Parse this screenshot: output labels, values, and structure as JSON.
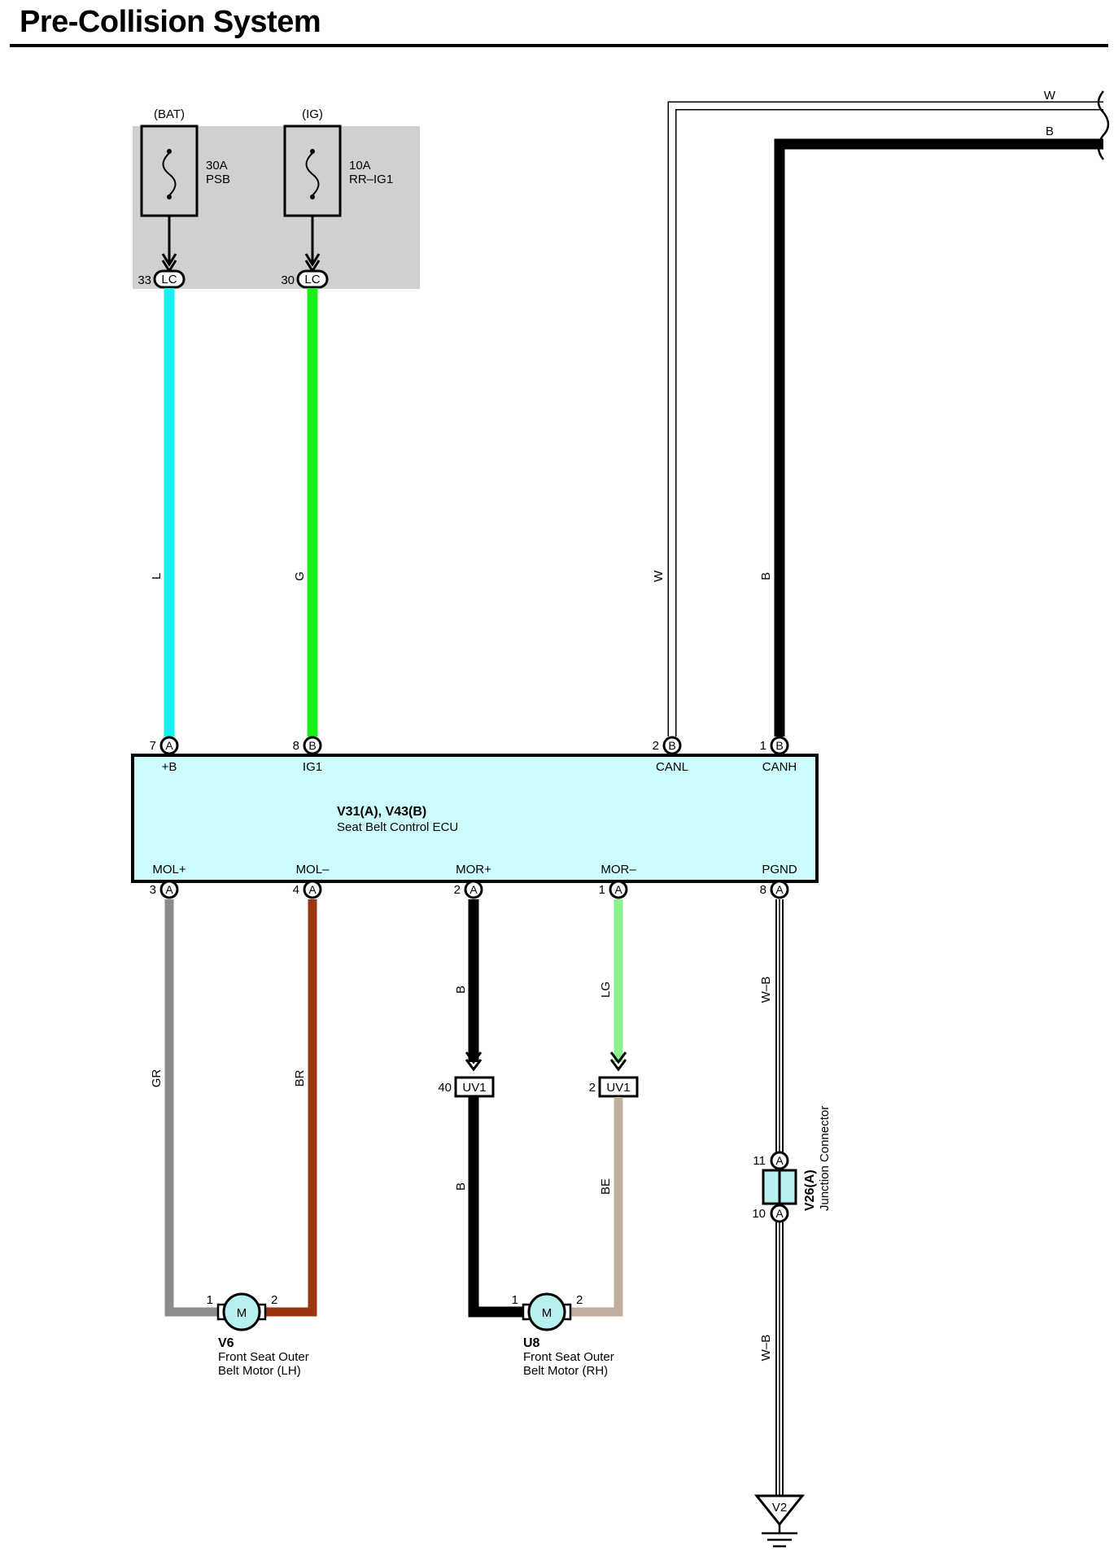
{
  "title": "Pre-Collision System",
  "colors": {
    "L": "#19f0f0",
    "G": "#19ee19",
    "W": "#ffffff",
    "B": "#000000",
    "GR": "#8c8c8c",
    "BR": "#9b3510",
    "LG": "#8bf28b",
    "BE": "#bfae9d",
    "WB": "#ffffff",
    "panel": "#d0d0d0",
    "ecu": "#ccfbfb",
    "motor": "#b8f0f0"
  },
  "fuse_box": {
    "fuses": [
      {
        "source": "(BAT)",
        "amp": "30A",
        "name": "PSB",
        "pin": "33",
        "conn": "LC"
      },
      {
        "source": "(IG)",
        "amp": "10A",
        "name": "RR–IG1",
        "pin": "30",
        "conn": "LC"
      }
    ]
  },
  "top_wires": {
    "w_label": "W",
    "b_label": "B"
  },
  "wires": {
    "L": "L",
    "G": "G",
    "W": "W",
    "B": "B",
    "GR": "GR",
    "BR": "BR",
    "MORP": "B",
    "LG": "LG",
    "MORP2": "B",
    "BE": "BE",
    "WB1": "W–B",
    "WB2": "W–B"
  },
  "ecu": {
    "id": "V31(A), V43(B)",
    "name": "Seat Belt Control ECU",
    "top_pins": [
      {
        "num": "7",
        "conn": "A",
        "label": "+B"
      },
      {
        "num": "8",
        "conn": "B",
        "label": "IG1"
      },
      {
        "num": "2",
        "conn": "B",
        "label": "CANL"
      },
      {
        "num": "1",
        "conn": "B",
        "label": "CANH"
      }
    ],
    "bottom_pins": [
      {
        "num": "3",
        "conn": "A",
        "label": "MOL+"
      },
      {
        "num": "4",
        "conn": "A",
        "label": "MOL–"
      },
      {
        "num": "2",
        "conn": "A",
        "label": "MOR+"
      },
      {
        "num": "1",
        "conn": "A",
        "label": "MOR–"
      },
      {
        "num": "8",
        "conn": "A",
        "label": "PGND"
      }
    ]
  },
  "uv_connectors": [
    {
      "pin": "40",
      "name": "UV1"
    },
    {
      "pin": "2",
      "name": "UV1"
    }
  ],
  "junction": {
    "id": "V26(A)",
    "name": "Junction Connector",
    "pin_top": "11",
    "pin_bottom": "10",
    "conn": "A"
  },
  "motors": [
    {
      "id": "V6",
      "line1": "Front Seat Outer",
      "line2": "Belt Motor (LH)",
      "pin1": "1",
      "pin2": "2",
      "symbol": "M"
    },
    {
      "id": "U8",
      "line1": "Front Seat Outer",
      "line2": "Belt Motor (RH)",
      "pin1": "1",
      "pin2": "2",
      "symbol": "M"
    }
  ],
  "ground": {
    "name": "V2"
  }
}
